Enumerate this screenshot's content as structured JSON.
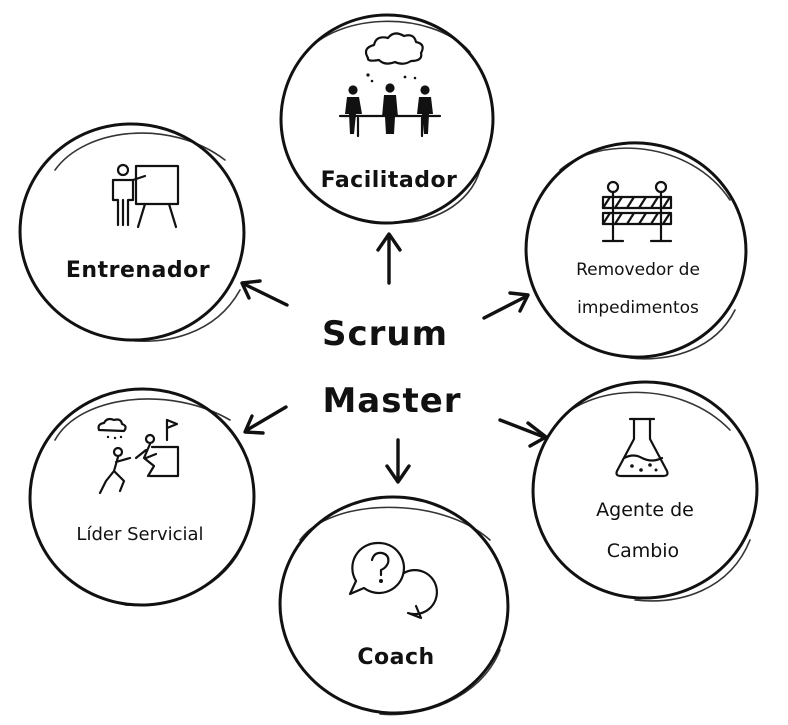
{
  "center": {
    "line1": "Scrum",
    "line2": "Master"
  },
  "roles": {
    "facilitador": {
      "label": "Facilitador",
      "icon": "meeting-thought-cloud-icon"
    },
    "removedor": {
      "label_line1": "Removedor de",
      "label_line2": "impedimentos",
      "icon": "road-barrier-icon"
    },
    "agente": {
      "label_line1": "Agente de",
      "label_line2": "Cambio",
      "icon": "lab-flask-icon"
    },
    "coach": {
      "label": "Coach",
      "icon": "question-chat-bubbles-icon"
    },
    "lider": {
      "label": "Líder Servicial",
      "icon": "climbers-helping-icon"
    },
    "entrenador": {
      "label": "Entrenador",
      "icon": "presenter-board-icon"
    }
  },
  "colors": {
    "ink": "#111111",
    "background": "#ffffff"
  }
}
